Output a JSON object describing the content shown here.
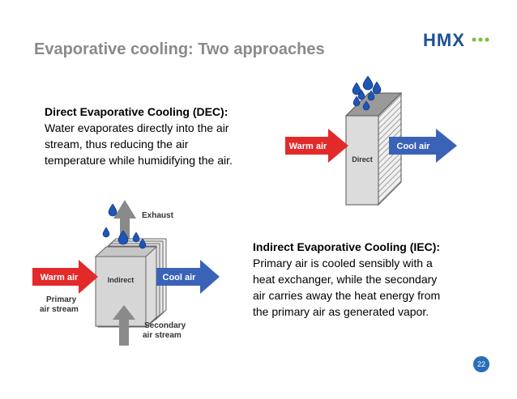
{
  "slide": {
    "title": "Evaporative cooling: Two approaches",
    "page_number": "22"
  },
  "logo": {
    "text": "HMX",
    "colors": {
      "text": "#1e4f96",
      "dots": "#7bbf3a"
    }
  },
  "dec": {
    "heading": "Direct Evaporative Cooling (DEC):",
    "lines": [
      "Water evaporates directly into the air",
      "stream, thus reducing the air",
      "temperature while humidifying the air."
    ]
  },
  "iec": {
    "heading": "Indirect Evaporative Cooling (IEC):",
    "lines": [
      "Primary air is cooled sensibly with a",
      "heat exchanger, while the secondary",
      "air carries away the heat energy from",
      "the primary air as generated vapor."
    ]
  },
  "direct_diagram": {
    "warm_label": "Warm air",
    "cool_label": "Cool air",
    "box_label": "Direct"
  },
  "indirect_diagram": {
    "warm_label": "Warm air",
    "cool_label": "Cool air",
    "box_label": "Indirect",
    "exhaust_label": "Exhaust",
    "primary_label": [
      "Primary",
      "air stream"
    ],
    "secondary_label": [
      "Secondary",
      "air stream"
    ]
  },
  "colors": {
    "warm_arrow": "#e32a2a",
    "cool_arrow": "#3a63b8",
    "droplet": "#1f56b5",
    "box_face": "#dcdcdc",
    "title": "#8a8a8a",
    "page_badge": "#2a6fb8"
  }
}
